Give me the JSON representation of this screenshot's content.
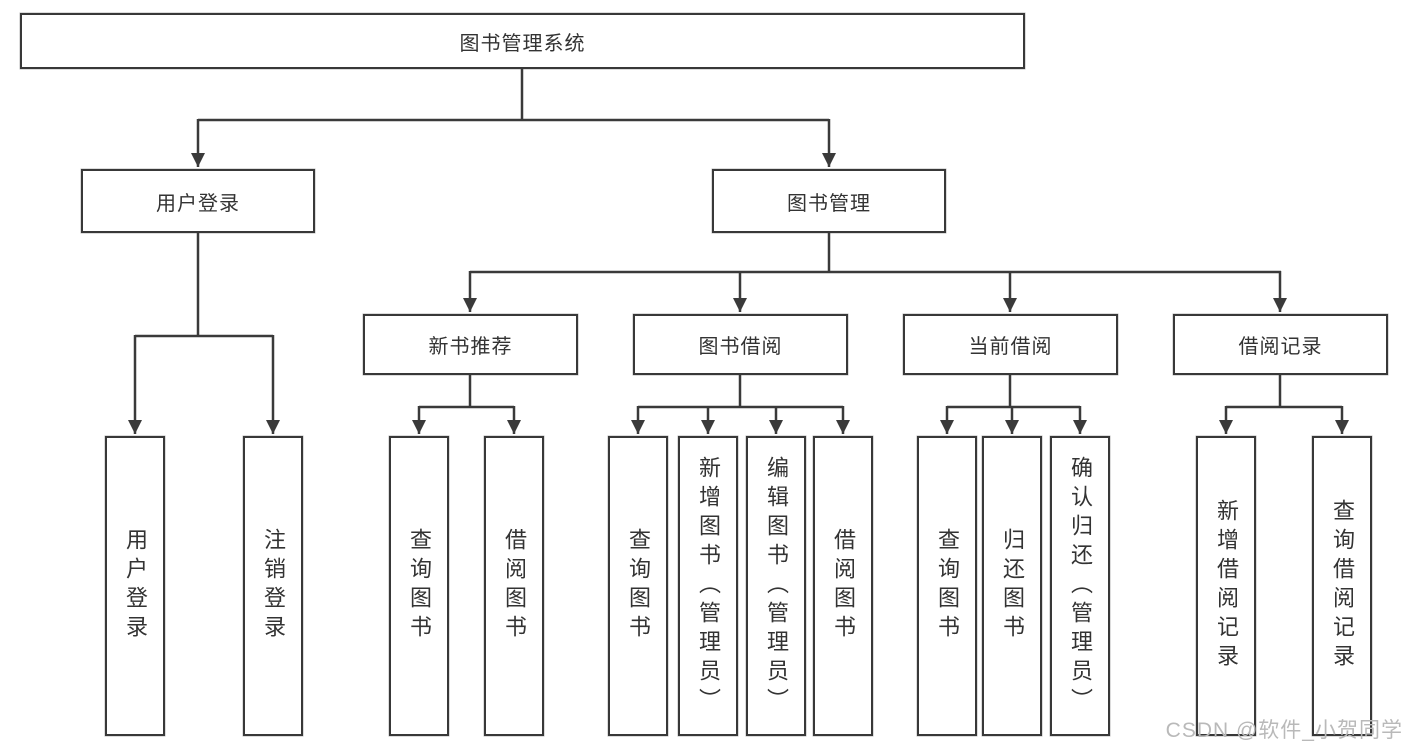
{
  "diagram": {
    "root": "图书管理系统",
    "level2": [
      "用户登录",
      "图书管理"
    ],
    "level3": [
      "新书推荐",
      "图书借阅",
      "当前借阅",
      "借阅记录"
    ],
    "leaves_user_login": [
      "用户登录",
      "注销登录"
    ],
    "leaves_new_book": [
      "查询图书",
      "借阅图书"
    ],
    "leaves_book_borrow": [
      "查询图书",
      "新增图书（管理员）",
      "编辑图书（管理员）",
      "借阅图书"
    ],
    "leaves_current_borrow": [
      "查询图书",
      "归还图书",
      "确认归还（管理员）"
    ],
    "leaves_borrow_records": [
      "新增借阅记录",
      "查询借阅记录"
    ]
  },
  "watermark": "CSDN @软件_小贺同学",
  "colors": {
    "background": "#ffffff",
    "box_border": "#383838",
    "connector_line": "#3a3a3a",
    "text": "#333333",
    "watermark_text": "#b9b9b9"
  }
}
